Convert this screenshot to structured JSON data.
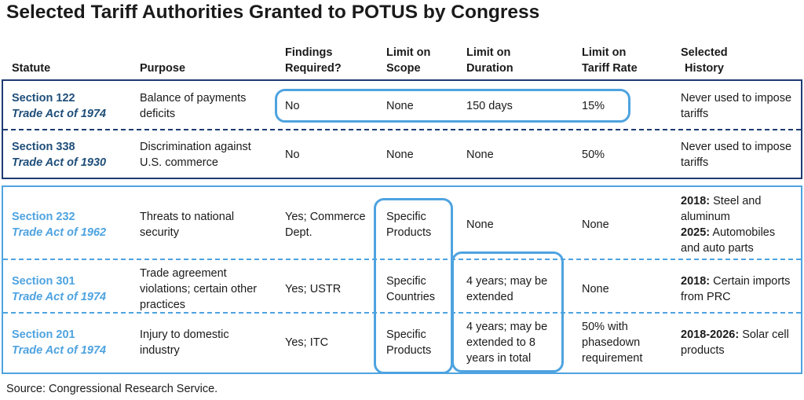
{
  "title": "Selected Tariff Authorities Granted to POTUS by Congress",
  "headers": {
    "statute": "Statute",
    "purpose": "Purpose",
    "findings": [
      "Findings",
      "Required?"
    ],
    "scope": [
      "Limit on",
      "Scope"
    ],
    "duration": [
      "Limit on",
      "Duration"
    ],
    "rate": [
      "Limit on",
      "Tariff Rate"
    ],
    "history": [
      "Selected",
      "History"
    ]
  },
  "rows": [
    {
      "statute": "Section 122",
      "act": "Trade Act of 1974",
      "purpose": [
        "Balance of payments",
        "deficits"
      ],
      "findings": [
        "No"
      ],
      "scope": [
        "None"
      ],
      "duration": [
        "150 days"
      ],
      "rate": [
        "15%"
      ],
      "history": [
        {
          "year": "",
          "text": "Never used to impose"
        },
        {
          "year": "",
          "text": "tariffs"
        }
      ]
    },
    {
      "statute": "Section 338",
      "act": "Trade Act of 1930",
      "purpose": [
        "Discrimination against",
        "U.S. commerce"
      ],
      "findings": [
        "No"
      ],
      "scope": [
        "None"
      ],
      "duration": [
        "None"
      ],
      "rate": [
        "50%"
      ],
      "history": [
        {
          "year": "",
          "text": "Never used to impose"
        },
        {
          "year": "",
          "text": "tariffs"
        }
      ]
    },
    {
      "statute": "Section 232",
      "act": "Trade Act of 1962",
      "purpose": [
        "Threats to national",
        "security"
      ],
      "findings": [
        "Yes; Commerce",
        "Dept."
      ],
      "scope": [
        "Specific",
        "Products"
      ],
      "duration": [
        "None"
      ],
      "rate": [
        "None"
      ],
      "history": [
        {
          "year": "2018:",
          "text": " Steel and"
        },
        {
          "year": "",
          "text": "aluminum"
        },
        {
          "year": "2025:",
          "text": " Automobiles"
        },
        {
          "year": "",
          "text": "and auto parts"
        }
      ]
    },
    {
      "statute": "Section 301",
      "act": "Trade Act of 1974",
      "purpose": [
        "Trade agreement",
        "violations; certain other",
        "practices"
      ],
      "findings": [
        "Yes; USTR"
      ],
      "scope": [
        "Specific",
        "Countries"
      ],
      "duration": [
        "4 years; may be",
        "extended"
      ],
      "rate": [
        "None"
      ],
      "history": [
        {
          "year": "2018:",
          "text": " Certain imports"
        },
        {
          "year": "",
          "text": "from PRC"
        }
      ]
    },
    {
      "statute": "Section 201",
      "act": "Trade Act of 1974",
      "purpose": [
        "Injury to domestic",
        "industry"
      ],
      "findings": [
        "Yes; ITC"
      ],
      "scope": [
        "Specific",
        "Products"
      ],
      "duration": [
        "4 years; may be",
        "extended to 8",
        "years in total"
      ],
      "rate": [
        "50% with",
        "phasedown",
        "requirement"
      ],
      "history": [
        {
          "year": "2018-2026:",
          "text": " Solar cell"
        },
        {
          "year": "",
          "text": "products"
        }
      ]
    }
  ],
  "source": "Source: Congressional Research Service.",
  "colors": {
    "dark_group": "#1f3b73",
    "light_group": "#4ea3e0",
    "highlight": "#4ea3e0"
  }
}
